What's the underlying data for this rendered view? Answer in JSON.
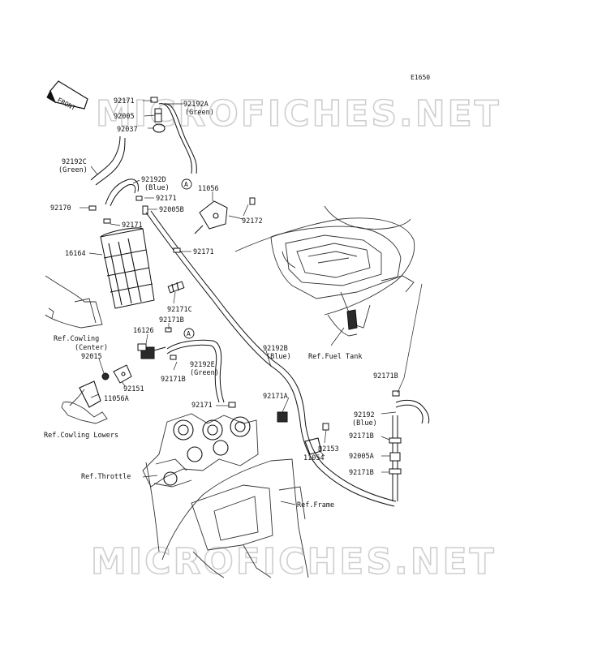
{
  "diagram_code": "E1650",
  "watermark": "MICROFICHES.NET",
  "front_label": "FRONT",
  "callout_a": "A",
  "labels": {
    "p92171_top": "92171",
    "p92192a": "92192A",
    "p92192a_color": "(Green)",
    "p92005": "92005",
    "p92037": "92037",
    "p92192c": "92192C",
    "p92192c_color": "(Green)",
    "p92192d": "92192D",
    "p92192d_color": "(Blue)",
    "p92171_mid": "92171",
    "p11056_top": "11056",
    "p92005b": "92005B",
    "p92170": "92170",
    "p92171_can": "92171",
    "p92172": "92172",
    "p16164": "16164",
    "p92171_tube": "92171",
    "p92171c": "92171C",
    "p92171b_a": "92171B",
    "p16126": "16126",
    "ref_cowling_center_1": "Ref.Cowling",
    "ref_cowling_center_2": "(Center)",
    "p92015": "92015",
    "p92192e": "92192E",
    "p92192e_color": "(Green)",
    "p92151": "92151",
    "p92171b_b": "92171B",
    "p11056a": "11056A",
    "p92192b": "92192B",
    "p92192b_color": "(Blue)",
    "ref_fuel_tank": "Ref.Fuel Tank",
    "p92171b_right": "92171B",
    "p92171_throttle": "92171",
    "p92171a": "92171A",
    "ref_cowling_lowers": "Ref.Cowling Lowers",
    "p92192": "92192",
    "p92192_color": "(Blue)",
    "p92171b_r2": "92171B",
    "p92153": "92153",
    "p11054": "11054",
    "p92005a": "92005A",
    "p92171b_r3": "92171B",
    "ref_throttle": "Ref.Throttle",
    "ref_frame": "Ref.Frame"
  }
}
